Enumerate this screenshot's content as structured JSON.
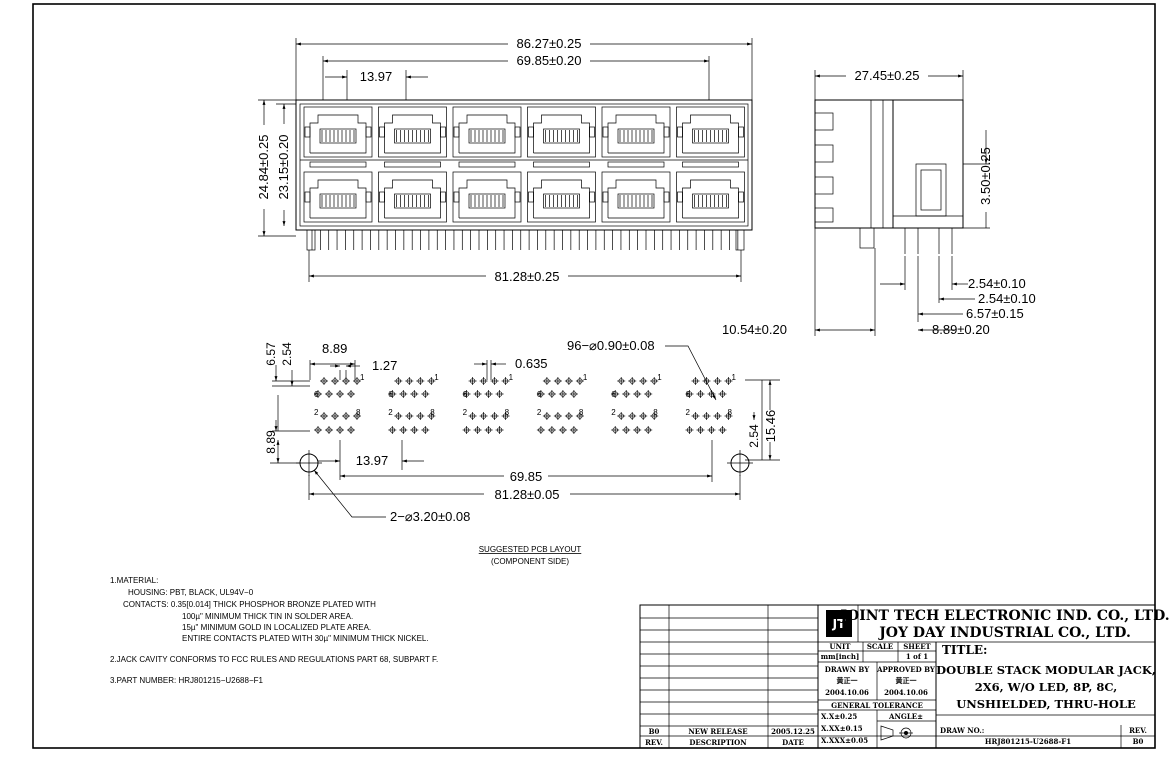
{
  "front_view": {
    "dims": {
      "overall_width": "86.27±0.25",
      "port_span": "69.85±0.20",
      "port_pitch": "13.97",
      "overall_height": "24.84±0.25",
      "housing_height": "23.15±0.20",
      "pin_span": "81.28±0.25"
    }
  },
  "side_view": {
    "dims": {
      "depth": "27.45±0.25",
      "standoff": "3.50±0.25",
      "pitch_a": "2.54±0.10",
      "pitch_b": "2.54±0.10",
      "row_offset": "6.57±0.15",
      "left_offset": "10.54±0.20",
      "right_offset": "8.89±0.20"
    }
  },
  "pcb_layout": {
    "dims": {
      "v1": "6.57",
      "v2": "2.54",
      "pitch_col": "8.89",
      "pitch_small": "1.27",
      "half_pitch": "0.635",
      "holes": "96−⌀0.90±0.08",
      "height": "15.46",
      "v3": "2.54",
      "v4": "8.89",
      "port_pitch": "13.97",
      "span": "69.85",
      "overall": "81.28±0.05",
      "mount_holes": "2−⌀3.20±0.08"
    },
    "title": "SUGGESTED  PCB  LAYOUT",
    "subtitle": "(COMPONENT  SIDE)",
    "pin_labels": {
      "one": "1",
      "two": "2",
      "six": "6",
      "eight": "8"
    }
  },
  "notes": {
    "material": "1.MATERIAL:",
    "housing": "HOUSING:  PBT,  BLACK,  UL94V−0",
    "contacts": "CONTACTS:  0.35[0.014]  THICK  PHOSPHOR  BRONZE  PLATED  WITH",
    "c1": "100µ\"  MINIMUM  THICK  TIN  IN  SOLDER  AREA.",
    "c2": "15µ\"  MINIMUM  GOLD  IN  LOCALIZED  PLATE  AREA.",
    "c3": "ENTIRE  CONTACTS  PLATED  WITH  30µ\"  MINIMUM  THICK  NICKEL.",
    "n2": "2.JACK  CAVITY  CONFORMS  TO  FCC  RULES  AND  REGULATIONS  PART  68,  SUBPART  F.",
    "n3": "3.PART  NUMBER:  HRJ801215−U2688−F1"
  },
  "title_block": {
    "company1": "JOINT TECH ELECTRONIC IND. CO., LTD.",
    "company2": "JOY DAY INDUSTRIAL CO., LTD.",
    "logo": "JT",
    "unit_label": "UNIT",
    "unit_value": "mm[inch]",
    "scale_label": "SCALE",
    "sheet_label": "SHEET",
    "sheet_value": "1 of 1",
    "drawn_by_label": "DRAWN BY",
    "approved_by_label": "APPROVED BY",
    "drawn_by": "黄正一",
    "approved_by": "黄正一",
    "drawn_date": "2004.10.06",
    "approved_date": "2004.10.06",
    "tolerance_label": "GENERAL  TOLERANCE",
    "tol1": "X.X±0.25",
    "tol2": "X.XX±0.15",
    "tol3": "X.XXX±0.05",
    "angle_label": "ANGLE±",
    "title_label": "TITLE:",
    "title1": "DOUBLE STACK MODULAR JACK,",
    "title2": "2X6, W/O LED, 8P, 8C,",
    "title3": "UNSHIELDED, THRU-HOLE",
    "draw_no_label": "DRAW NO.:",
    "draw_no": "HRJ801215-U2688-F1",
    "rev_label": "REV.",
    "rev": "B0",
    "rev_row_rev": "B0",
    "rev_row_desc": "NEW RELEASE",
    "rev_row_date": "2005.12.25",
    "hdr_rev": "REV.",
    "hdr_desc": "DESCRIPTION",
    "hdr_date": "DATE"
  }
}
